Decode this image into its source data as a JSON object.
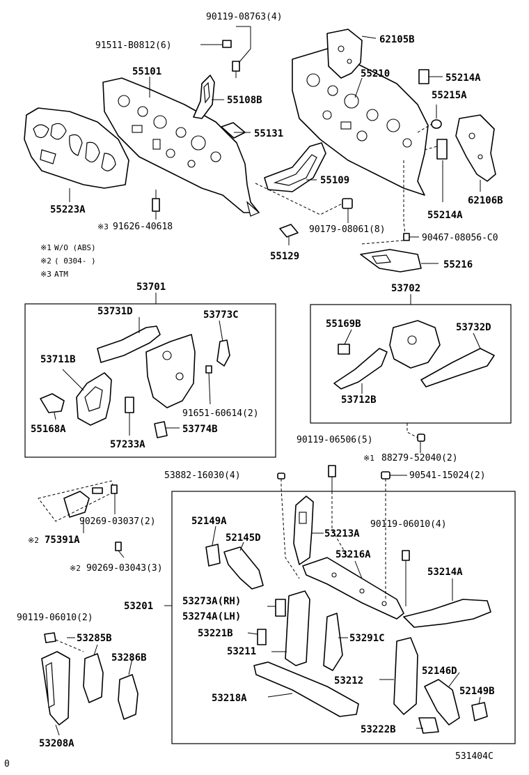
{
  "diagram_code": "531404C",
  "page_marker": "0",
  "notes": [
    {
      "mark": "※1",
      "text": "W/O (ABS)"
    },
    {
      "mark": "※2",
      "text": "( 0304-        )"
    },
    {
      "mark": "※3",
      "text": "ATM"
    }
  ],
  "groups": {
    "g53701": "53701",
    "g53702": "53702",
    "g53201": "53201"
  },
  "parts": {
    "p90119_08763": "90119-08763(4)",
    "p91511_b0812": "91511-B0812(6)",
    "p62105b": "62105B",
    "p55101": "55101",
    "p55210": "55210",
    "p55214a_top": "55214A",
    "p55215a": "55215A",
    "p55108b": "55108B",
    "p55131": "55131",
    "p55109": "55109",
    "p55223a": "55223A",
    "p62106b": "62106B",
    "p55214a_bot": "55214A",
    "p91626_40618": "91626-40618",
    "p90179_08061": "90179-08061(8)",
    "p90467_08056": "90467-08056-C0",
    "p55129": "55129",
    "p55216": "55216",
    "p53731d": "53731D",
    "p53773c": "53773C",
    "p53711b": "53711B",
    "p91651_60614": "91651-60614(2)",
    "p55168a": "55168A",
    "p57233a": "57233A",
    "p53774b": "53774B",
    "p55169b": "55169B",
    "p53732d": "53732D",
    "p53712b": "53712B",
    "p90119_06506": "90119-06506(5)",
    "p88279_52040": "88279-52040(2)",
    "p53882_16030": "53882-16030(4)",
    "p90541_15024": "90541-15024(2)",
    "p90269_03037": "90269-03037(2)",
    "p75391a": "75391A",
    "p90269_03043": "90269-03043(3)",
    "p52149a": "52149A",
    "p52145d": "52145D",
    "p53213a": "53213A",
    "p90119_06010_r": "90119-06010(4)",
    "p53216a": "53216A",
    "p53214a": "53214A",
    "p53273a": "53273A(RH)",
    "p53274a": "53274A(LH)",
    "p53221b": "53221B",
    "p53291c": "53291C",
    "p53211": "53211",
    "p53212": "53212",
    "p52146d": "52146D",
    "p52149b": "52149B",
    "p53218a": "53218A",
    "p53222b": "53222B",
    "p90119_06010_l": "90119-06010(2)",
    "p53285b": "53285B",
    "p53286b": "53286B",
    "p53208a": "53208A"
  },
  "note_refs": {
    "n_75391a": "※2",
    "n_90269_03043": "※2",
    "n_91626": "※3",
    "n_88279": "※1"
  }
}
